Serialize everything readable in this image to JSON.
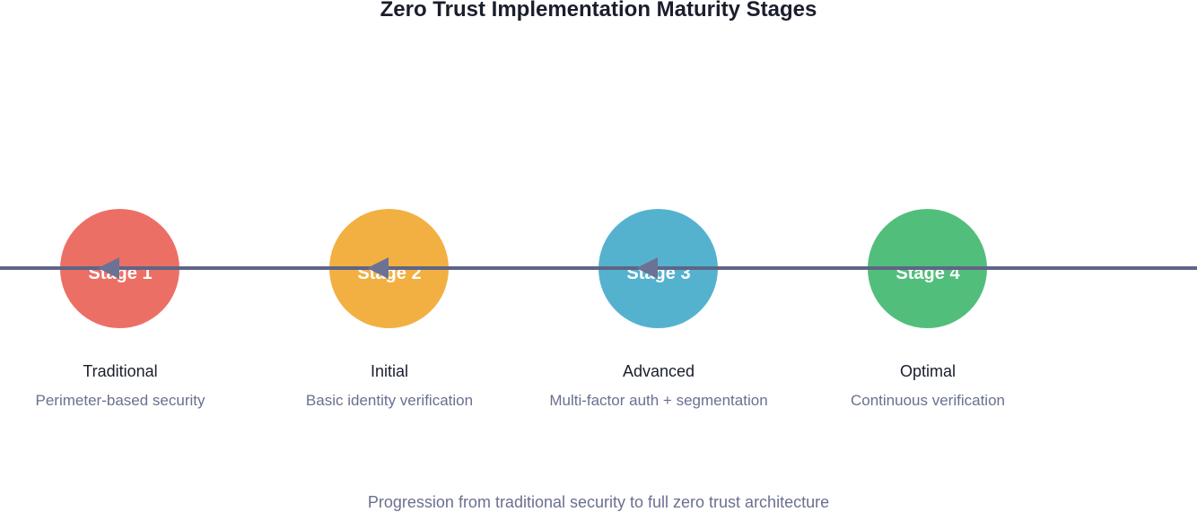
{
  "title": "Zero Trust Implementation Maturity Stages",
  "stages": [
    {
      "label": "Stage 1",
      "name": "Traditional",
      "description": "Perimeter-based security",
      "color": "#ec6f66"
    },
    {
      "label": "Stage 2",
      "name": "Initial",
      "description": "Basic identity verification",
      "color": "#f2b043"
    },
    {
      "label": "Stage 3",
      "name": "Advanced",
      "description": "Multi-factor auth + segmentation",
      "color": "#55b2cf"
    },
    {
      "label": "Stage 4",
      "name": "Optimal",
      "description": "Continuous verification",
      "color": "#52be7c"
    }
  ],
  "caption": "Progression from traditional security to full zero trust architecture",
  "line_color": "#5e6585",
  "arrow_color": "#6c7294"
}
